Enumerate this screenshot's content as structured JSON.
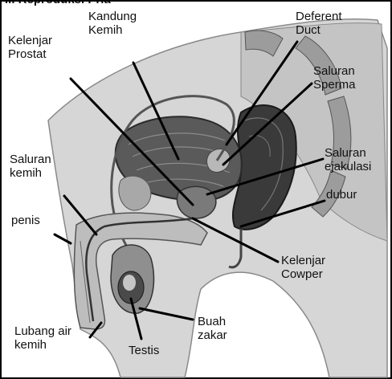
{
  "header_fragment": "... Reproduksi Pria",
  "labels": {
    "kandung_kemih": [
      "Kandung",
      "Kemih"
    ],
    "kelenjar_prostat": [
      "Kelenjar",
      "Prostat"
    ],
    "deferent_duct": [
      "Deferent",
      "Duct"
    ],
    "saluran_sperma": [
      "Saluran",
      "Sperma"
    ],
    "saluran_kemih": [
      "Saluran",
      "kemih"
    ],
    "saluran_ejakulasi": [
      "Saluran",
      "ejakulasi"
    ],
    "dubur": "dubur",
    "penis": "penis",
    "kelenjar_cowper": [
      "Kelenjar",
      "Cowper"
    ],
    "buah_zakar": [
      "Buah",
      "zakar"
    ],
    "lubang_air_kemih": [
      "Lubang air",
      "kemih"
    ],
    "testis": "Testis"
  }
}
